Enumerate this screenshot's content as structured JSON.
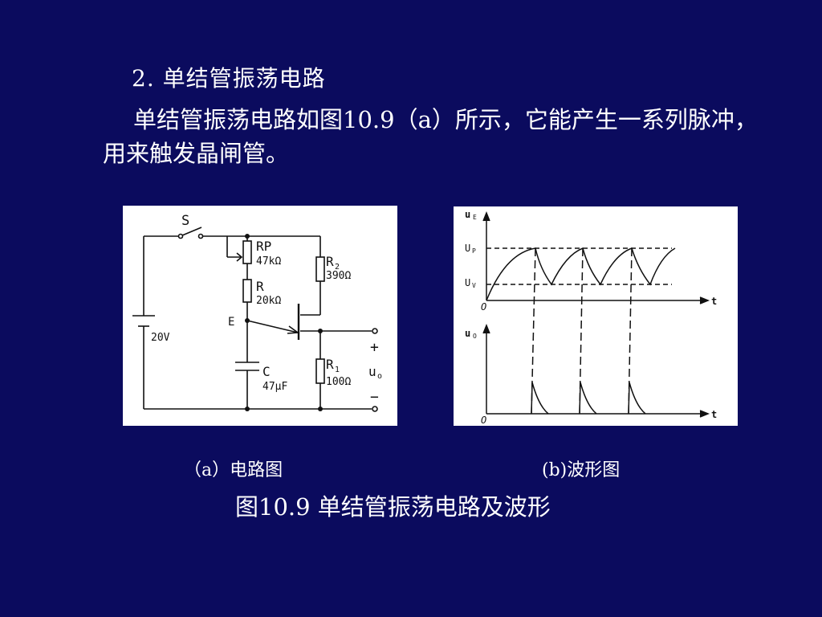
{
  "slide": {
    "heading": "2. 单结管振荡电路",
    "paragraph": "单结管振荡电路如图10.9（a）所示，它能产生一系列脉冲，用来触发晶闸管。",
    "caption_a": "（a）电路图",
    "caption_b": "(b)波形图",
    "figure_title": "图10.9   单结管振荡电路及波形"
  },
  "circuit": {
    "switch": "S",
    "rp_name": "RP",
    "rp_value": "47kΩ",
    "r_name": "R",
    "r_value": "20kΩ",
    "r2_name": "R",
    "r2_sub": "2",
    "r2_value": "390Ω",
    "r1_name": "R",
    "r1_sub": "1",
    "r1_value": "100Ω",
    "c_name": "C",
    "c_value": "47μF",
    "node_e": "E",
    "source": "20V",
    "plus": "+",
    "minus": "−",
    "out": "u",
    "out_sub": "o"
  },
  "waveform": {
    "top_axis": "u",
    "top_axis_sub": "E",
    "up": "U",
    "up_sub": "P",
    "uv": "U",
    "uv_sub": "V",
    "origin": "O",
    "t": "t",
    "bottom_axis": "u",
    "bottom_axis_sub": "O"
  },
  "colors": {
    "background": "#0b0b5e",
    "text": "#ffffff",
    "panel": "#ffffff",
    "ink": "#111111"
  }
}
